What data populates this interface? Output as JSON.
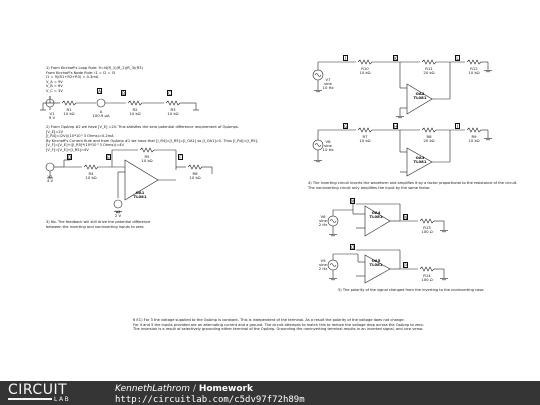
{
  "page": {
    "author": "KennethLathrom",
    "separator": "/",
    "title": "Homework",
    "url": "http://circuitlab.com/c5dv97f72h89m",
    "logo_main": "CIRCUIT",
    "logo_sub": "LAB"
  },
  "notes": {
    "kirchhoff_1": "1) From Kirchoff's Loop Rule: 9=I4(R_1)(R_2)(R_3)(R3)",
    "kirchhoff_2": "From Kirchoff's Node Rule: I1 = I2 = I3",
    "kirchhoff_3": "I1 = 9/(R1+R2+R3) = 0.3mA",
    "kirchhoff_4": "V_A = 9V",
    "kirchhoff_5": "V_B = 6V",
    "kirchhoff_6": "V_C = 3V",
    "opamp_1": "2) From OpAmp #2 we have [V_E] =2V. This satisfies the zero potential difference requirement of OpAmps.",
    "opamp_2": "[V_E]=2V",
    "opamp_3": "[I_R4]=(2V)/(10*10^3 Ohms)=0.2mA",
    "opamp_4": "By Kirchoff's Current Rule and from OpAmp #1 we have that [I_R4]=[I_R5]=[I_OA1] so [I_OA1]=0. Thus [I_R4]=[I_R5].",
    "opamp_5": "[V_F]=[V_E]+([I_R5]*(10*10^3 Ohms))=4V",
    "opamp_6": "[V_F]=[V_E]+[I_R5]=4V",
    "opamp_7": "3) No. The feedback will still drive the potential difference",
    "opamp_8": "between the inverting and noninverting inputs to zero.",
    "inverter_1": "4) The inverting circuit inverts the waveform and amplifies it by a factor proportional to the resistance of the circuit.",
    "inverter_2": "The noninverting circuit only amplifies the input by the same factor.",
    "polarity": "5) The polarity of the signal changed from the inverting to the noninverting case.",
    "ec_1": "6 EC) For 3 the voltage supplied to the OpAmp is constant. This is independent of the terminal. As a result the polarity of the voltage does not change.",
    "ec_2": "For 4 and 5 the inputs provided are an alternating current and a ground. The circuit attempts to match this to reduce the voltage drop across the OpAmp to zero.",
    "ec_3": "The inversion is a result of selectively grounding either terminal of the OpAmp. Grounding the noninverting terminal results in an inverted signal, and vice versa."
  },
  "circuit_left": {
    "v1_name": "V1",
    "v1_val": "9 V",
    "r1_name": "R1",
    "r1_val": "10 kΩ",
    "a_name": "A",
    "a_val": "100.9 μA",
    "r2_name": "R2",
    "r2_val": "10 kΩ",
    "r3_name": "R3",
    "r3_val": "10 kΩ",
    "node_a": "A",
    "node_b": "B",
    "node_c": "C",
    "v2_name": "V2",
    "v2_val": "4 V",
    "r4_name": "R4",
    "r4_val": "10 kΩ",
    "r5_name": "R5",
    "r5_val": "10 kΩ",
    "r6_name": "R6",
    "r6_val": "10 kΩ",
    "v3_name": "V3",
    "v3_val": "2 V",
    "oa1_name": "OA1",
    "oa1_type": "TL081",
    "node_d": "D",
    "node_e": "E",
    "node_f": "F"
  },
  "circuit_right": {
    "v7_name": "V7",
    "v7_val1": "sine",
    "v7_val2": "10 Hz",
    "r10_name": "R10",
    "r10_val": "10 kΩ",
    "r11_name": "R11",
    "r11_val": "20 kΩ",
    "r12_name": "R12",
    "r12_val": "10 kΩ",
    "oa2_name": "OA2",
    "oa2_type": "TL081",
    "v8_name": "V8",
    "v8_val1": "sine",
    "v8_val2": "10 Hz",
    "r7_name": "R7",
    "r7_val": "10 kΩ",
    "r8_name": "R8",
    "r8_val": "20 kΩ",
    "r9_name": "R9",
    "r9_val": "10 kΩ",
    "oa3_name": "OA3",
    "oa3_type": "TL081",
    "node_j": "J",
    "node_k": "K",
    "node_l": "L",
    "node_g": "G",
    "node_h": "H",
    "node_i": "I",
    "v6_name": "V6",
    "v6_val1": "sine",
    "v6_val2": "2 Hz",
    "r13_name": "R13",
    "r13_val": "100 Ω",
    "oa4_name": "OA4",
    "oa4_type": "TL081",
    "v9_name": "V9",
    "v9_val1": "sine",
    "v9_val2": "2 Hz",
    "r14_name": "R14",
    "r14_val": "100 Ω",
    "oa5_name": "OA5",
    "oa5_type": "TL081",
    "node_m": "M",
    "node_n": "N",
    "node_o": "O",
    "node_p": "P"
  }
}
